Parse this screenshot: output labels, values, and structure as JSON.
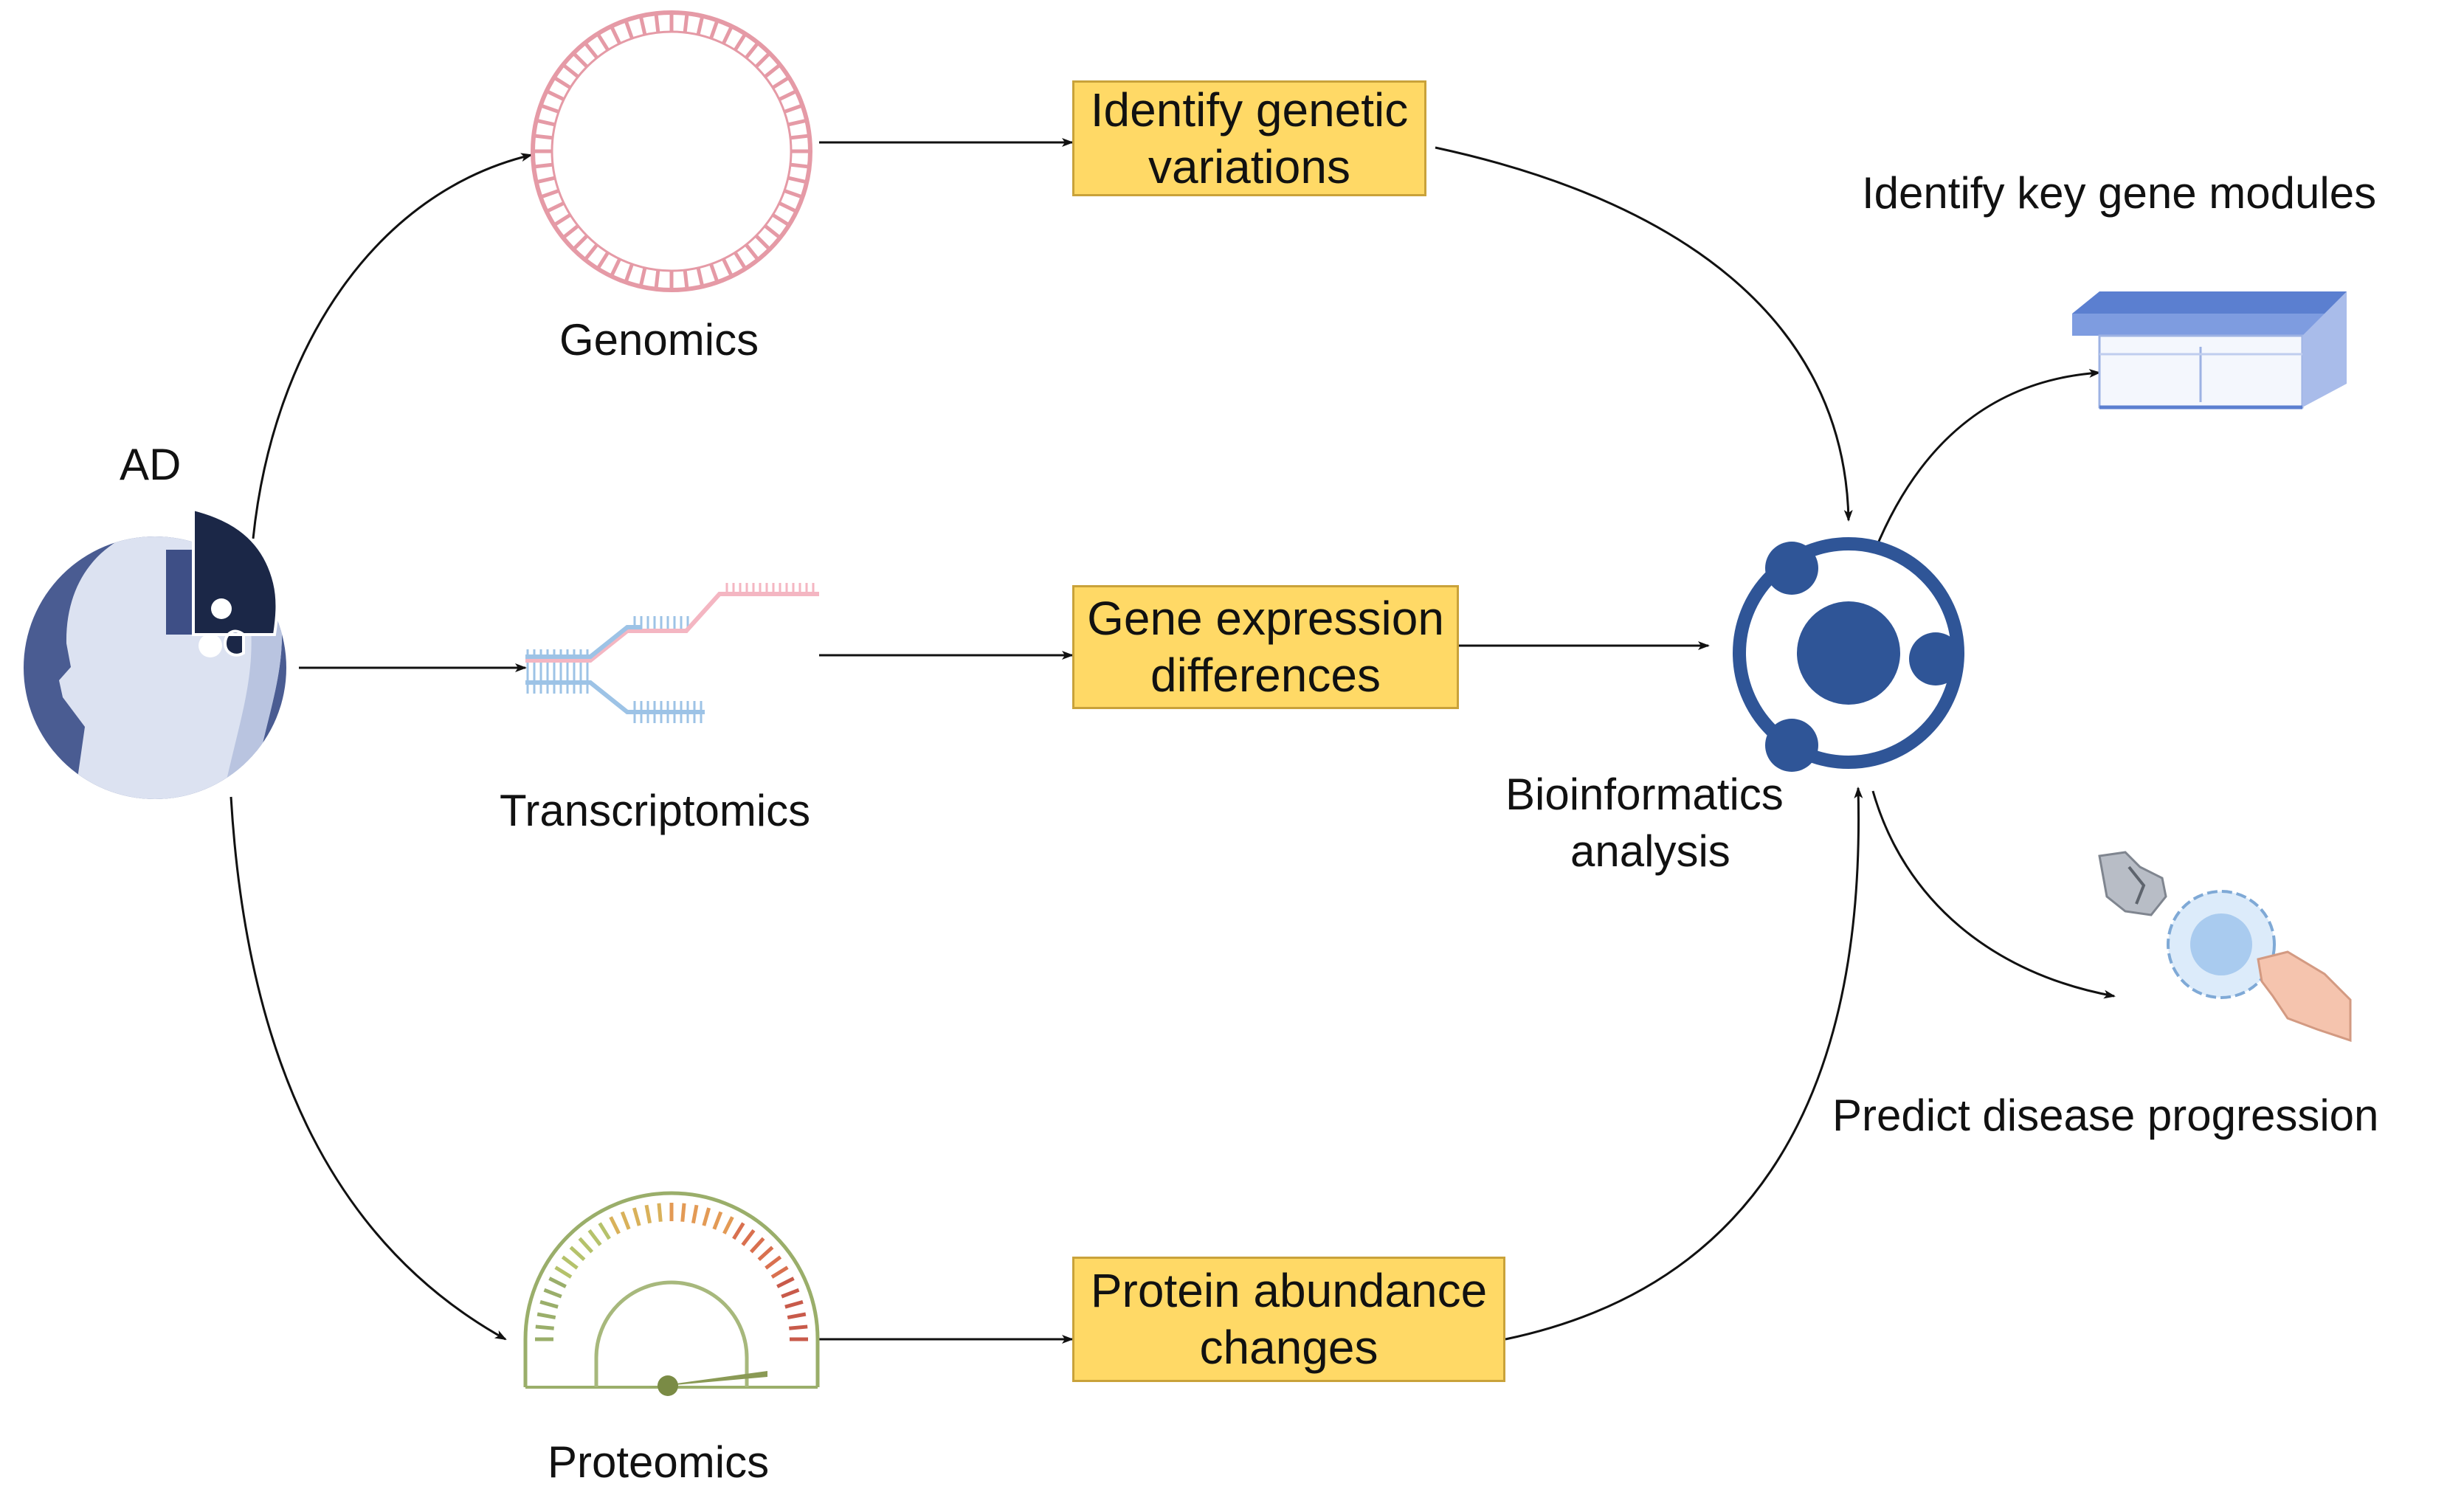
{
  "ad": {
    "label": "AD"
  },
  "omics": {
    "genomics": "Genomics",
    "transcriptomics": "Transcriptomics",
    "proteomics": "Proteomics"
  },
  "boxes": {
    "genetic": {
      "line1": "Identify genetic",
      "line2": "variations"
    },
    "expression": {
      "line1": "Gene expression",
      "line2": "differences"
    },
    "protein": {
      "line1": "Protein abundance",
      "line2": "changes"
    }
  },
  "hub": {
    "line1": "Bioinformatics",
    "line2": "analysis"
  },
  "outputs": {
    "modules": "Identify key gene modules",
    "predict": "Predict disease progression"
  },
  "colors": {
    "box_fill": "#FFD966",
    "box_border": "#C9A23A",
    "hub_blue": "#2F5597",
    "genomics_pink": "#E59AA6",
    "rna_blue": "#9DC3E6",
    "rna_pink": "#F4B6C2"
  },
  "icons": {
    "ad": "head-puzzle-icon",
    "genomics": "plasmid-ring-icon",
    "transcriptomics": "rna-strand-icon",
    "proteomics": "gauge-meter-icon",
    "hub": "network-hub-icon",
    "modules": "lab-bench-icon",
    "predict": "robot-human-hand-icon"
  }
}
